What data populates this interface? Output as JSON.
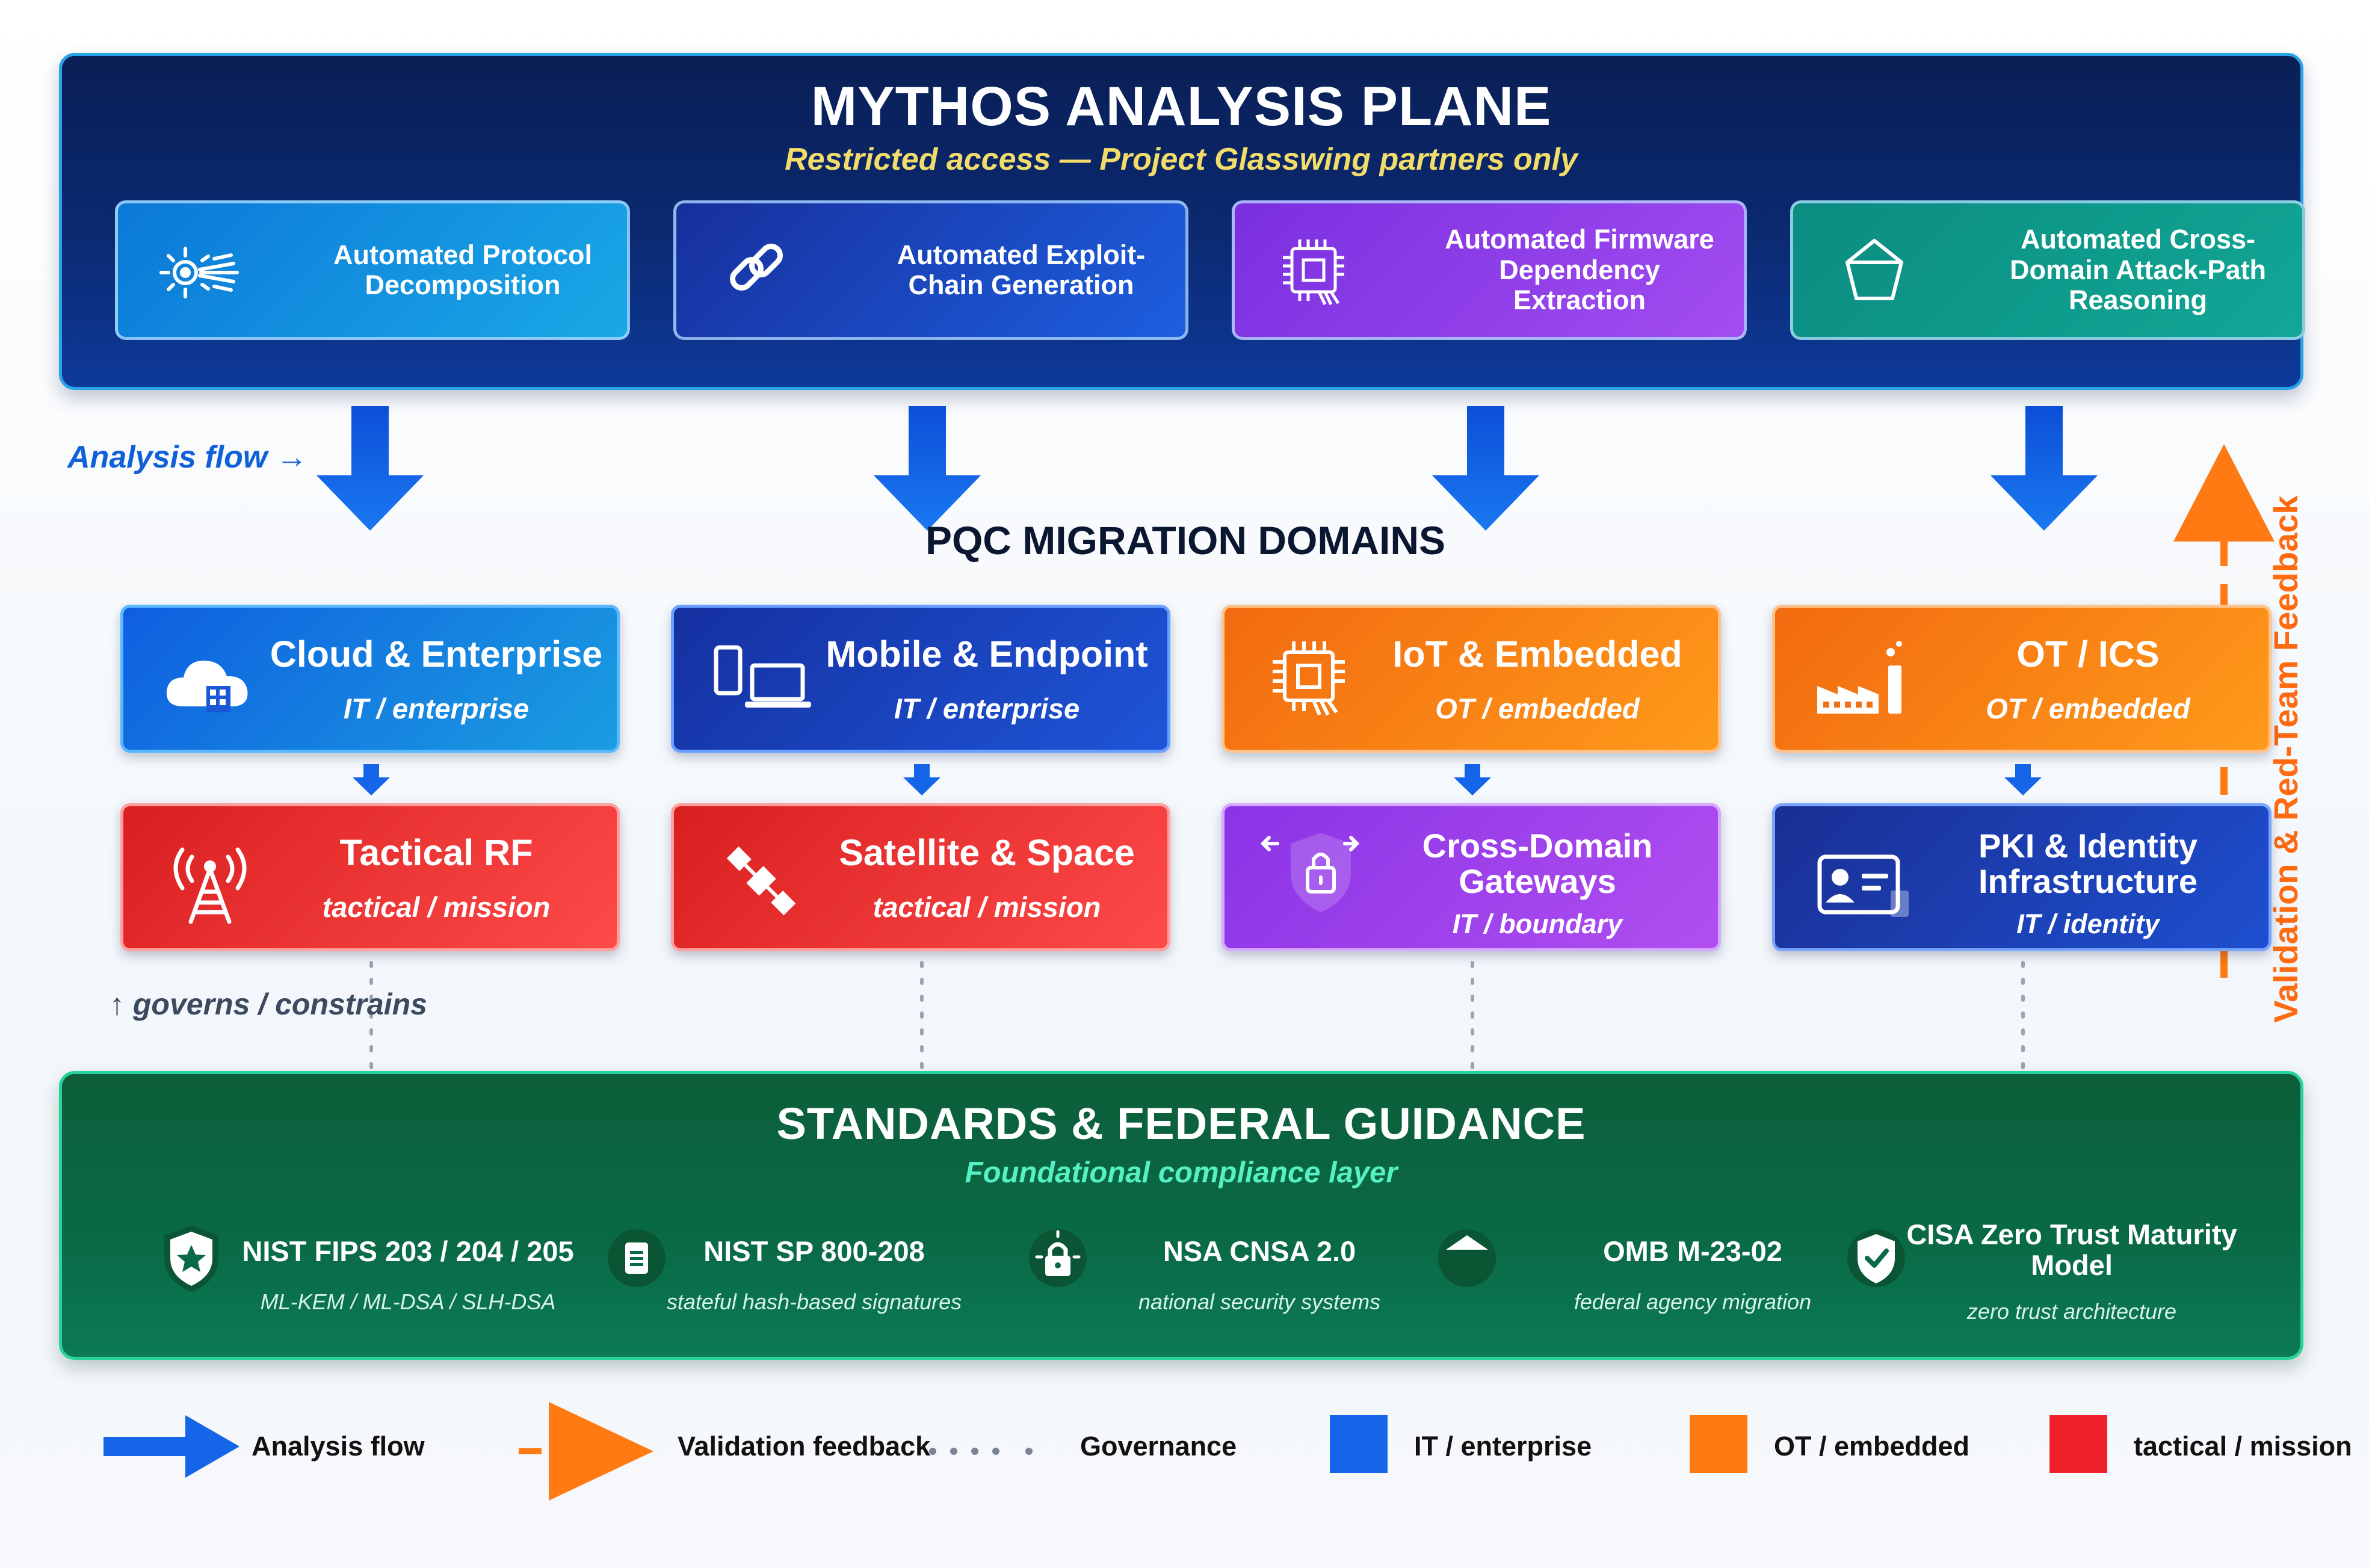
{
  "top": {
    "title": "MYTHOS ANALYSIS PLANE",
    "subtitle": "Restricted access — Project Glasswing partners only",
    "capabilities": [
      {
        "label": "Automated Protocol Decomposition",
        "icon": "protocol-sun-icon"
      },
      {
        "label": "Automated Exploit-Chain Generation",
        "icon": "chain-link-icon"
      },
      {
        "label": "Automated Firmware Dependency Extraction",
        "icon": "chip-icon"
      },
      {
        "label": "Automated Cross-Domain Attack-Path Reasoning",
        "icon": "pentagon-icon"
      }
    ]
  },
  "middle": {
    "analysis_flow_label": "Analysis flow →",
    "title": "PQC MIGRATION DOMAINS",
    "validation_label": "Validation & Red-Team Feedback",
    "governs_label": "↑ governs / constrains",
    "domains_row1": [
      {
        "title": "Cloud & Enterprise",
        "sub": "IT / enterprise",
        "icon": "cloud-icon"
      },
      {
        "title": "Mobile & Endpoint",
        "sub": "IT / enterprise",
        "icon": "devices-icon"
      },
      {
        "title": "IoT & Embedded",
        "sub": "OT / embedded",
        "icon": "chip-icon"
      },
      {
        "title": "OT / ICS",
        "sub": "OT / embedded",
        "icon": "factory-icon"
      }
    ],
    "domains_row2": [
      {
        "title": "Tactical RF",
        "sub": "tactical / mission",
        "icon": "radio-tower-icon"
      },
      {
        "title": "Satellite & Space",
        "sub": "tactical / mission",
        "icon": "satellite-icon"
      },
      {
        "title": "Cross-Domain Gateways",
        "sub": "IT / boundary",
        "icon": "lock-shield-icon"
      },
      {
        "title": "PKI & Identity Infrastructure",
        "sub": "IT / identity",
        "icon": "id-card-icon"
      }
    ]
  },
  "bottom": {
    "title": "STANDARDS & FEDERAL GUIDANCE",
    "subtitle": "Foundational compliance layer",
    "standards": [
      {
        "title": "NIST FIPS 203 / 204 / 205",
        "sub": "ML-KEM / ML-DSA / SLH-DSA",
        "icon": "shield-star-icon"
      },
      {
        "title": "NIST SP 800-208",
        "sub": "stateful hash-based signatures",
        "icon": "document-icon"
      },
      {
        "title": "NSA CNSA 2.0",
        "sub": "national security systems",
        "icon": "lock-icon"
      },
      {
        "title": "OMB M-23-02",
        "sub": "federal agency migration",
        "icon": "building-icon"
      },
      {
        "title": "CISA Zero Trust Maturity Model",
        "sub": "zero trust architecture",
        "icon": "shield-check-icon"
      }
    ]
  },
  "legend": {
    "analysis_flow": "Analysis flow",
    "validation_feedback": "Validation feedback",
    "governance": "Governance",
    "it_enterprise": "IT / enterprise",
    "ot_embedded": "OT / embedded",
    "tactical_mission": "tactical / mission"
  },
  "colors": {
    "it_enterprise": "#1565e8",
    "ot_embedded": "#ff7a12",
    "tactical_mission": "#f0202a",
    "analysis_arrow": "#1565e8",
    "feedback_arrow": "#ff7a12"
  }
}
